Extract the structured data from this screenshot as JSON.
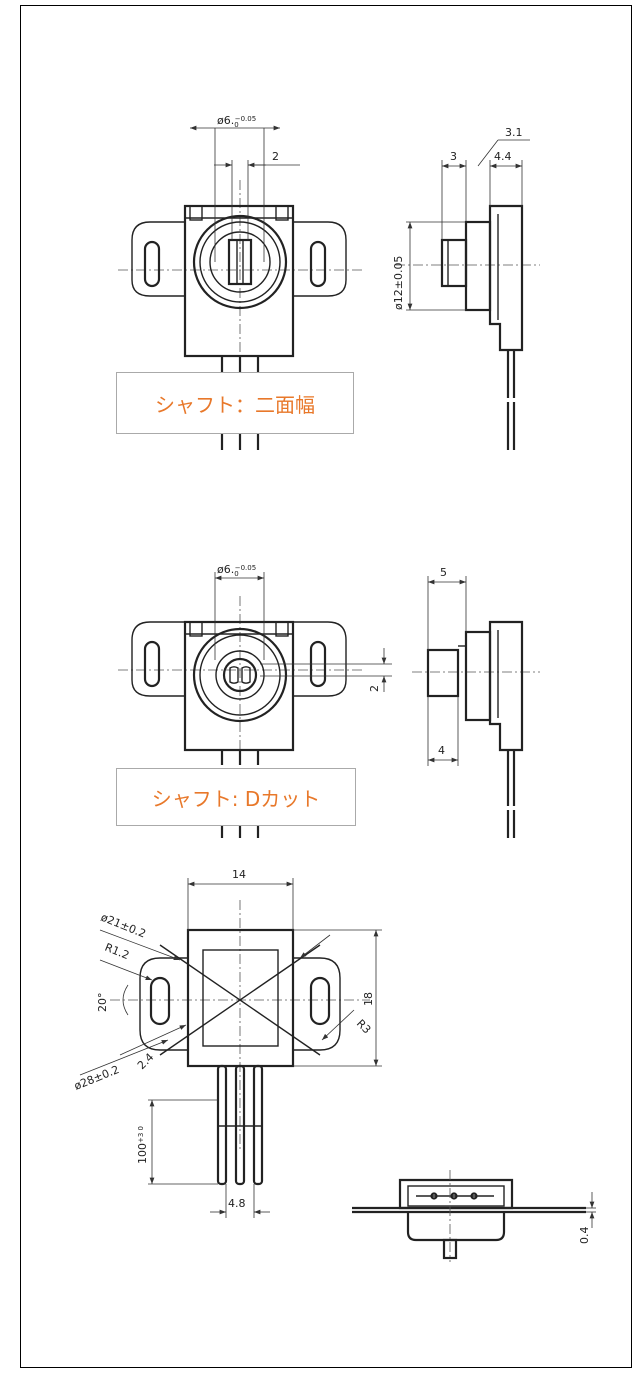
{
  "labels": {
    "flat_shaft": "シャフト：二面幅",
    "dcut_shaft": "シャフト: Dカット"
  },
  "view1": {
    "dia_main": "ø6.",
    "dia_tol": "0\n-0.05",
    "width_flat": "2",
    "side_a": "3.1",
    "side_b": "3",
    "side_c": "4.4",
    "side_dia": "ø12±0.05"
  },
  "view2": {
    "dia_main": "ø6.",
    "dia_tol": "0\n-0.05",
    "side_len": "5",
    "side_bottom": "4",
    "cut": "2"
  },
  "view3": {
    "width": "14",
    "height": "18",
    "dia_outer": "ø21±0.2",
    "dia_inner": "ø28±0.2",
    "radius_small": "R1.2",
    "radius_large": "R3",
    "angle": "20°",
    "slot": "2.4",
    "pin_len": "100",
    "pin_len_tol": "+3 0",
    "pin_pitch": "4.8",
    "thickness": "0.4"
  },
  "colors": {
    "label_text": "#e8782a",
    "line": "#222222"
  }
}
